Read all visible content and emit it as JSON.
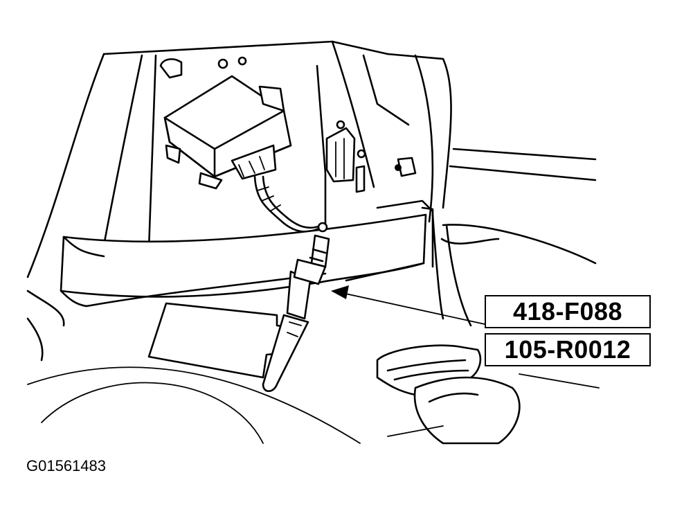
{
  "diagram": {
    "tool_labels": [
      "418-F088",
      "105-R0012"
    ],
    "figure_id": "G01561483"
  },
  "colors": {
    "line": "#000000",
    "background": "#ffffff"
  }
}
